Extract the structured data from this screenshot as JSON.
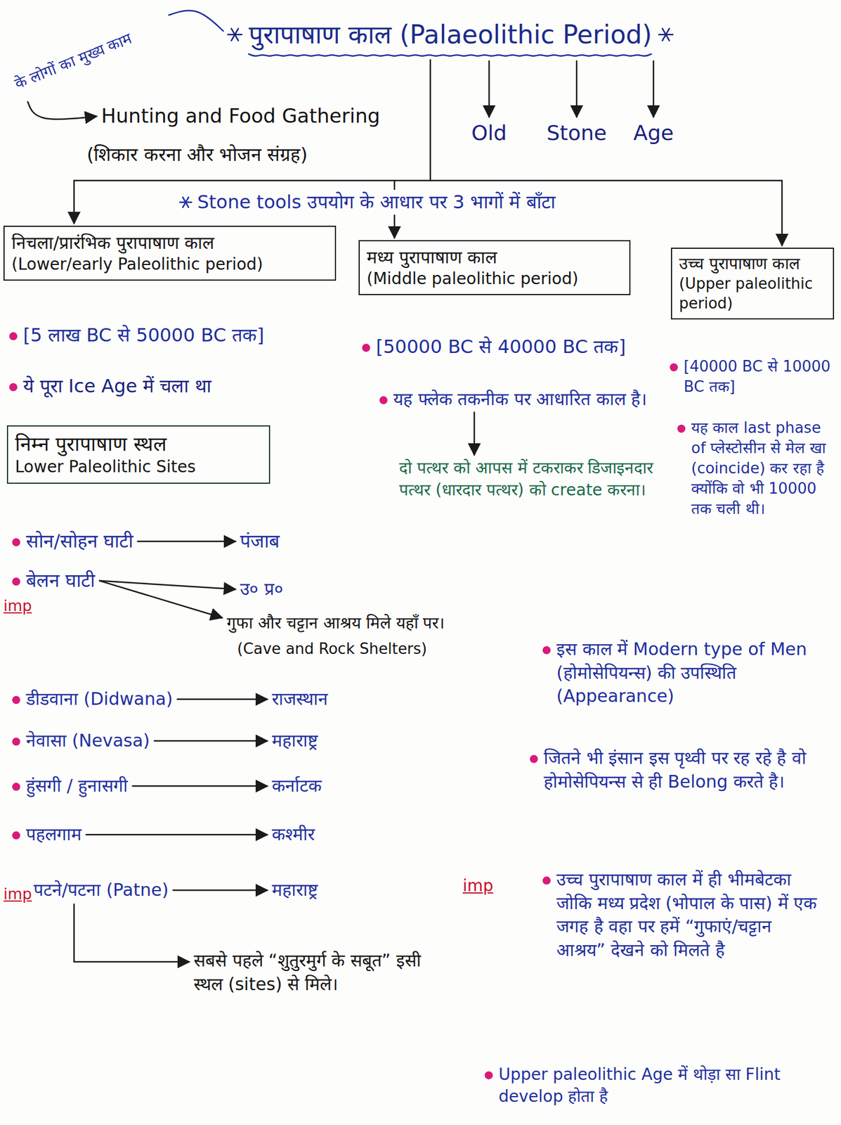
{
  "diagram": {
    "title": "पुरापाषाण काल (Palaeolithic Period)",
    "nodes": [
      {
        "text": [
          "निचला/प्रारंभिक पुरापाषाण काल",
          "(Lower/early Paleolithic period)"
        ]
      },
      {
        "text": [
          "मध्य पुरापाषाण काल",
          "(Middle paleolithic period)"
        ]
      },
      {
        "text": [
          "उच्च पुरापाषाण काल",
          "(Upper paleolithic period)"
        ]
      },
      {
        "text": [
          "निम्न पुरापाषाण स्थल",
          "Lower Paleolithic Sites"
        ]
      }
    ],
    "labels": [
      "के लोगों का मुख्य काम",
      "Hunting and Food Gathering",
      "(शिकार करना और भोजन संग्रह)",
      "Old",
      "Stone",
      "Age",
      "Stone tools उपयोग के आधार पर 3 भागों में बाँटा",
      "[5 लाख BC से 50000 BC तक]",
      "ये पूरा Ice Age में चला था",
      "सोन/सोहन घाटी",
      "पंजाब",
      "बेलन घाटी",
      "imp",
      "उ० प्र०",
      "गुफा और चट्टान आश्रय मिले यहाँ पर।",
      "(Cave and Rock Shelters)",
      "डीडवाना (Didwana)",
      "राजस्थान",
      "नेवासा (Nevasa)",
      "महाराष्ट्र",
      "हुंसगी / हुनासगी",
      "कर्नाटक",
      "पहलगाम",
      "कश्मीर",
      "imp",
      "पटने/पटना (Patne)",
      "महाराष्ट्र",
      "सबसे पहले “शुतुरमुर्ग के सबूत” इसी स्थल (sites) से मिले।",
      "[50000 BC से 40000 BC तक]",
      "यह फ्लेक तकनीक पर आधारित काल है।",
      "दो पत्थर को आपस में टकराकर डिजाइनदार पत्थर (धारदार पत्थर) को create करना।",
      "[40000 BC से 10000 BC तक]",
      "यह काल last phase of प्लेस्टोसीन से मेल खा (coincide) कर रहा है क्योंकि वो भी 10000 तक चली थी।",
      "इस काल में Modern type of Men (होमोसेपियन्स) की उपस्थिति (Appearance)",
      "जितने भी इंसान इस पृथ्वी पर रह रहे है वो होमोसेपियन्स से ही Belong करते है।",
      "imp",
      "उच्च पुरापाषाण काल में ही भीमबेटका जोकि मध्य प्रदेश (भोपाल के पास) में एक जगह है वहा पर हमें “गुफाएं/चट्टान आश्रय” देखने को मिलते है",
      "Upper paleolithic Age में थोड़ा सा Flint develop होता है"
    ]
  }
}
